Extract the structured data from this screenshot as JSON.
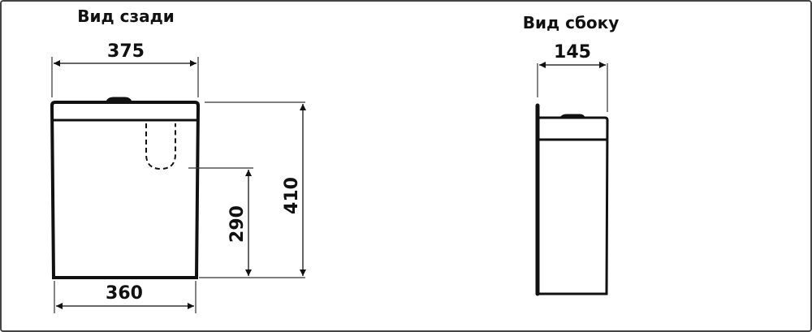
{
  "views": {
    "rear": {
      "title": "Вид сзади",
      "width_top": "375",
      "width_bottom": "360",
      "height_total": "410",
      "height_inlet": "290"
    },
    "side": {
      "title": "Вид сбоку",
      "depth": "145"
    }
  },
  "colors": {
    "line": "#111111",
    "dim": "#333333",
    "frame": "#444444"
  }
}
